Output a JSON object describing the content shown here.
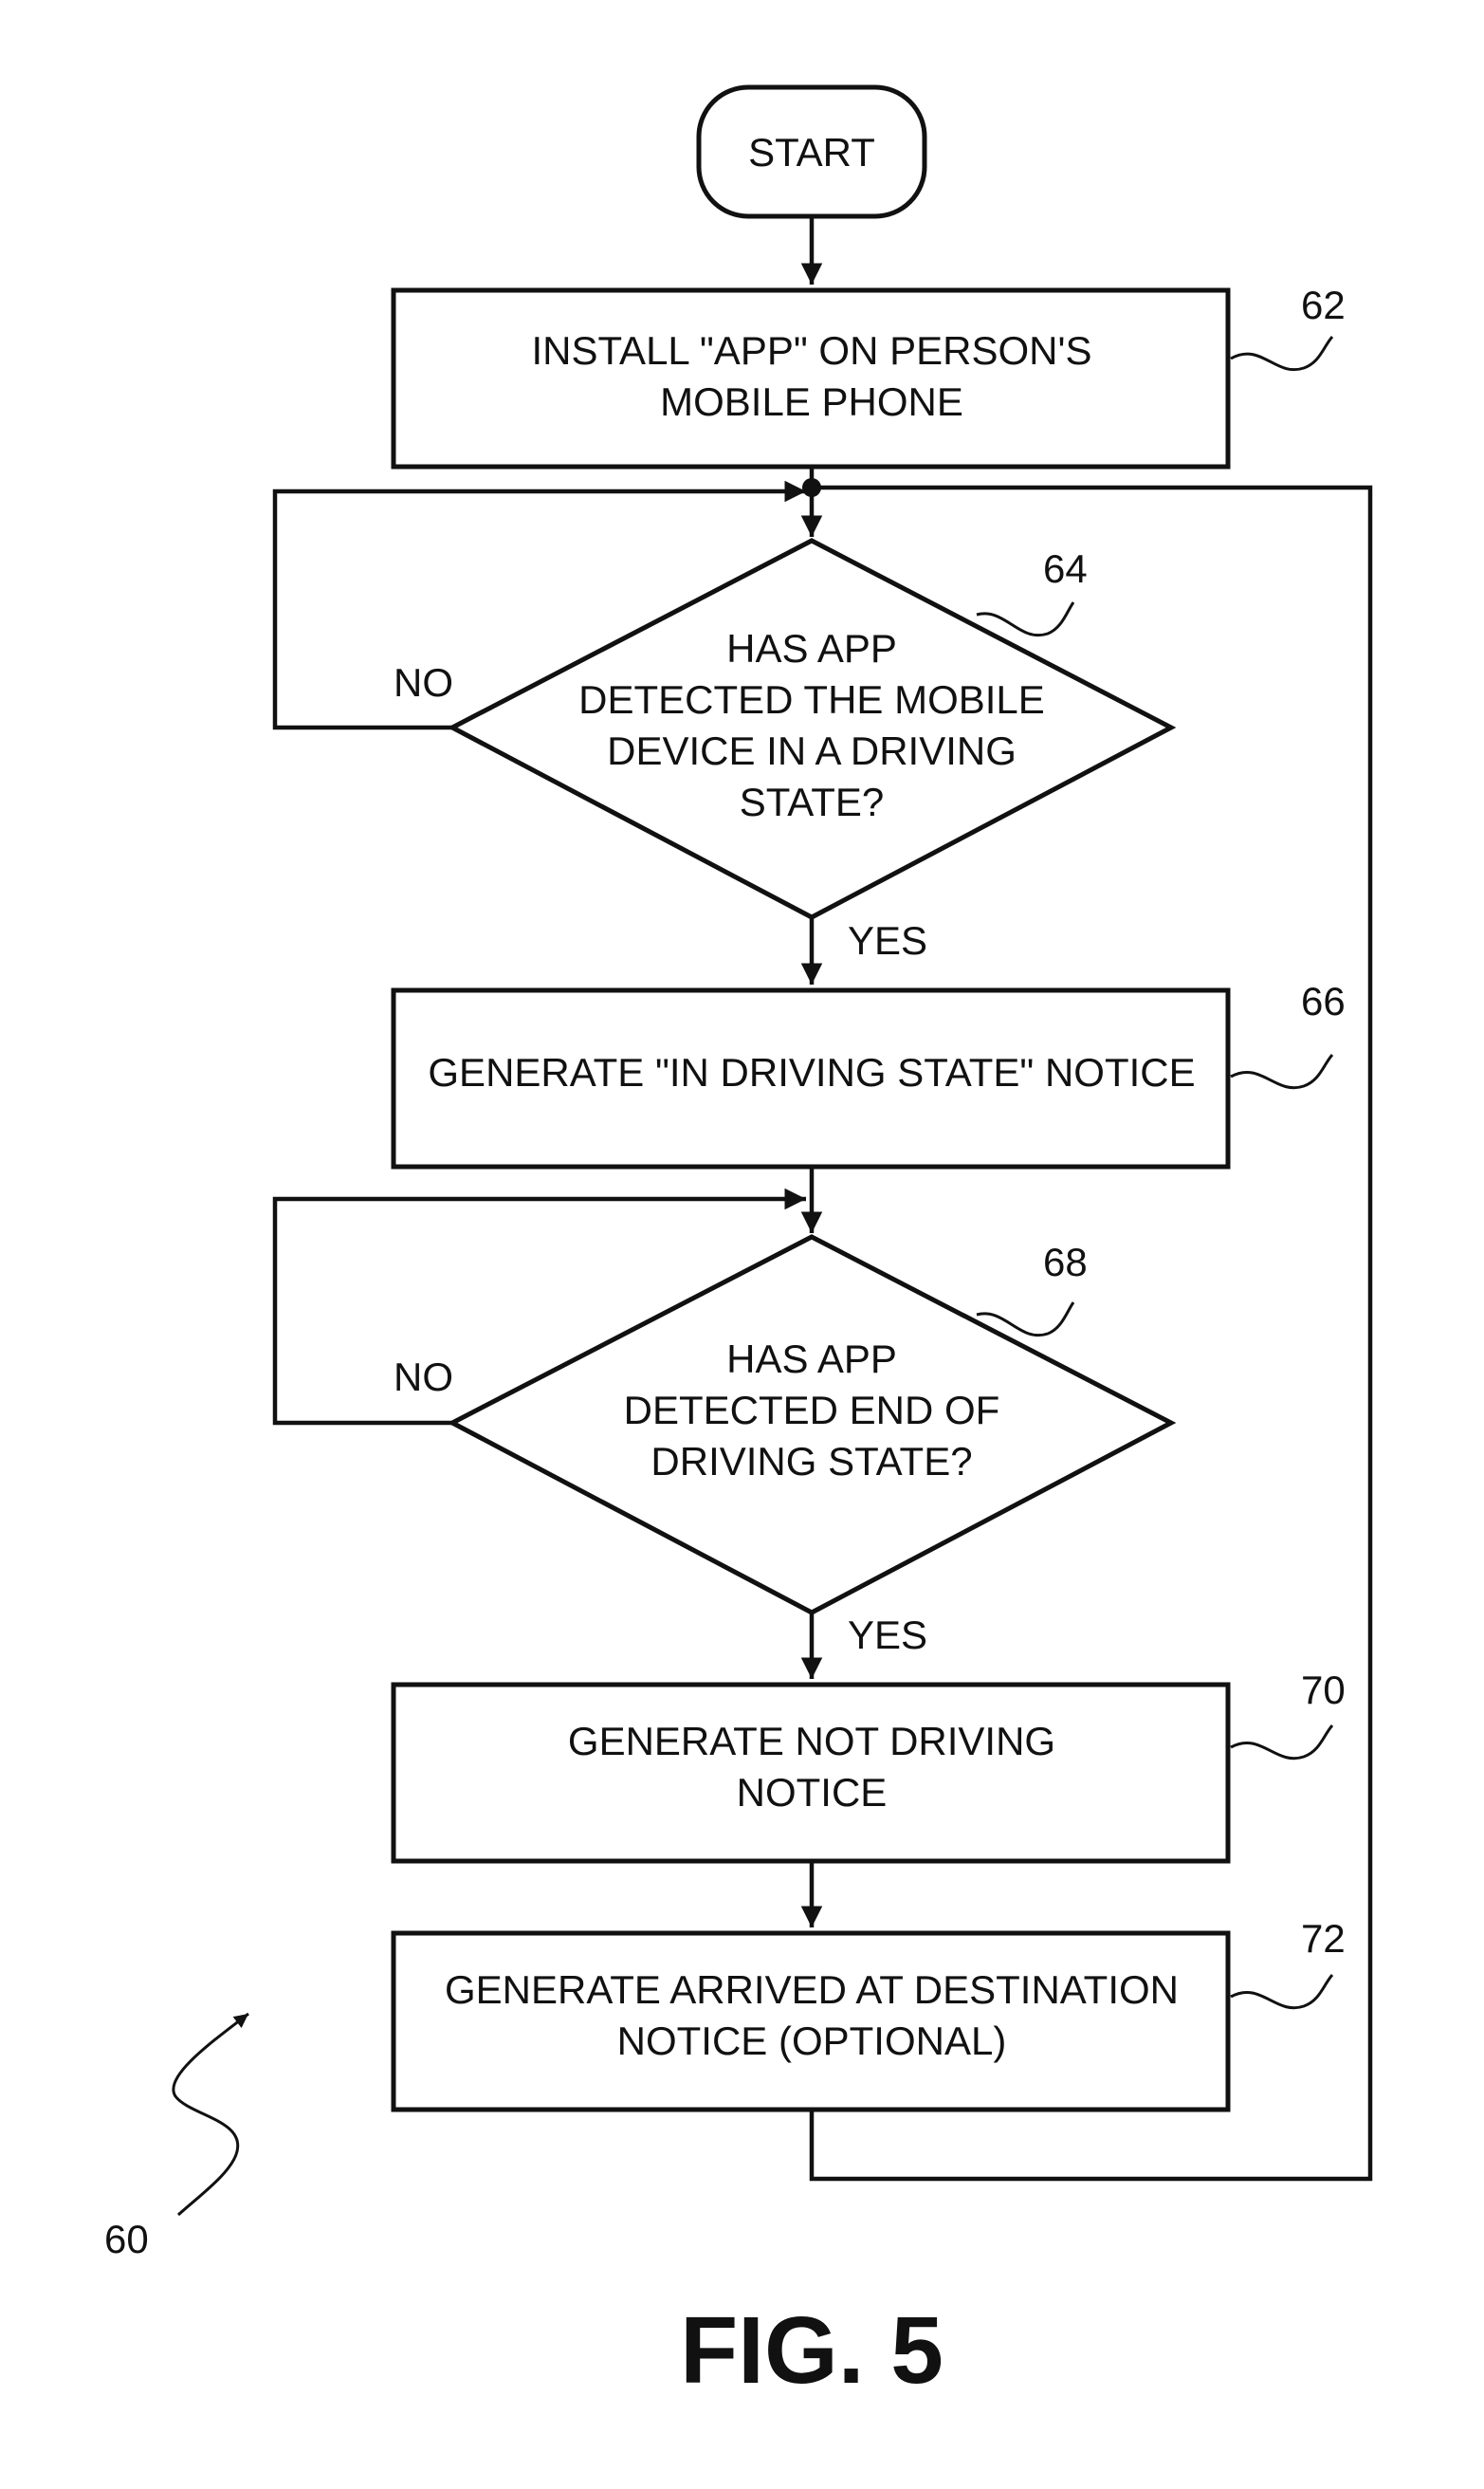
{
  "nodes": {
    "start": {
      "lines": [
        "START"
      ]
    },
    "n62": {
      "lines": [
        "INSTALL \"APP\" ON PERSON'S",
        "MOBILE PHONE"
      ],
      "ref": "62"
    },
    "n64": {
      "lines": [
        "HAS APP",
        "DETECTED THE MOBILE",
        "DEVICE IN A DRIVING",
        "STATE?"
      ],
      "ref": "64"
    },
    "n66": {
      "lines": [
        "GENERATE \"IN DRIVING STATE\" NOTICE"
      ],
      "ref": "66"
    },
    "n68": {
      "lines": [
        "HAS APP",
        "DETECTED END OF",
        "DRIVING STATE?"
      ],
      "ref": "68"
    },
    "n70": {
      "lines": [
        "GENERATE NOT DRIVING",
        "NOTICE"
      ],
      "ref": "70"
    },
    "n72": {
      "lines": [
        "GENERATE ARRIVED AT DESTINATION",
        "NOTICE (OPTIONAL)"
      ],
      "ref": "72"
    }
  },
  "branches": {
    "no_64": "NO",
    "yes_64": "YES",
    "no_68": "NO",
    "yes_68": "YES"
  },
  "figure": {
    "ref": "60",
    "caption": "FIG. 5"
  }
}
